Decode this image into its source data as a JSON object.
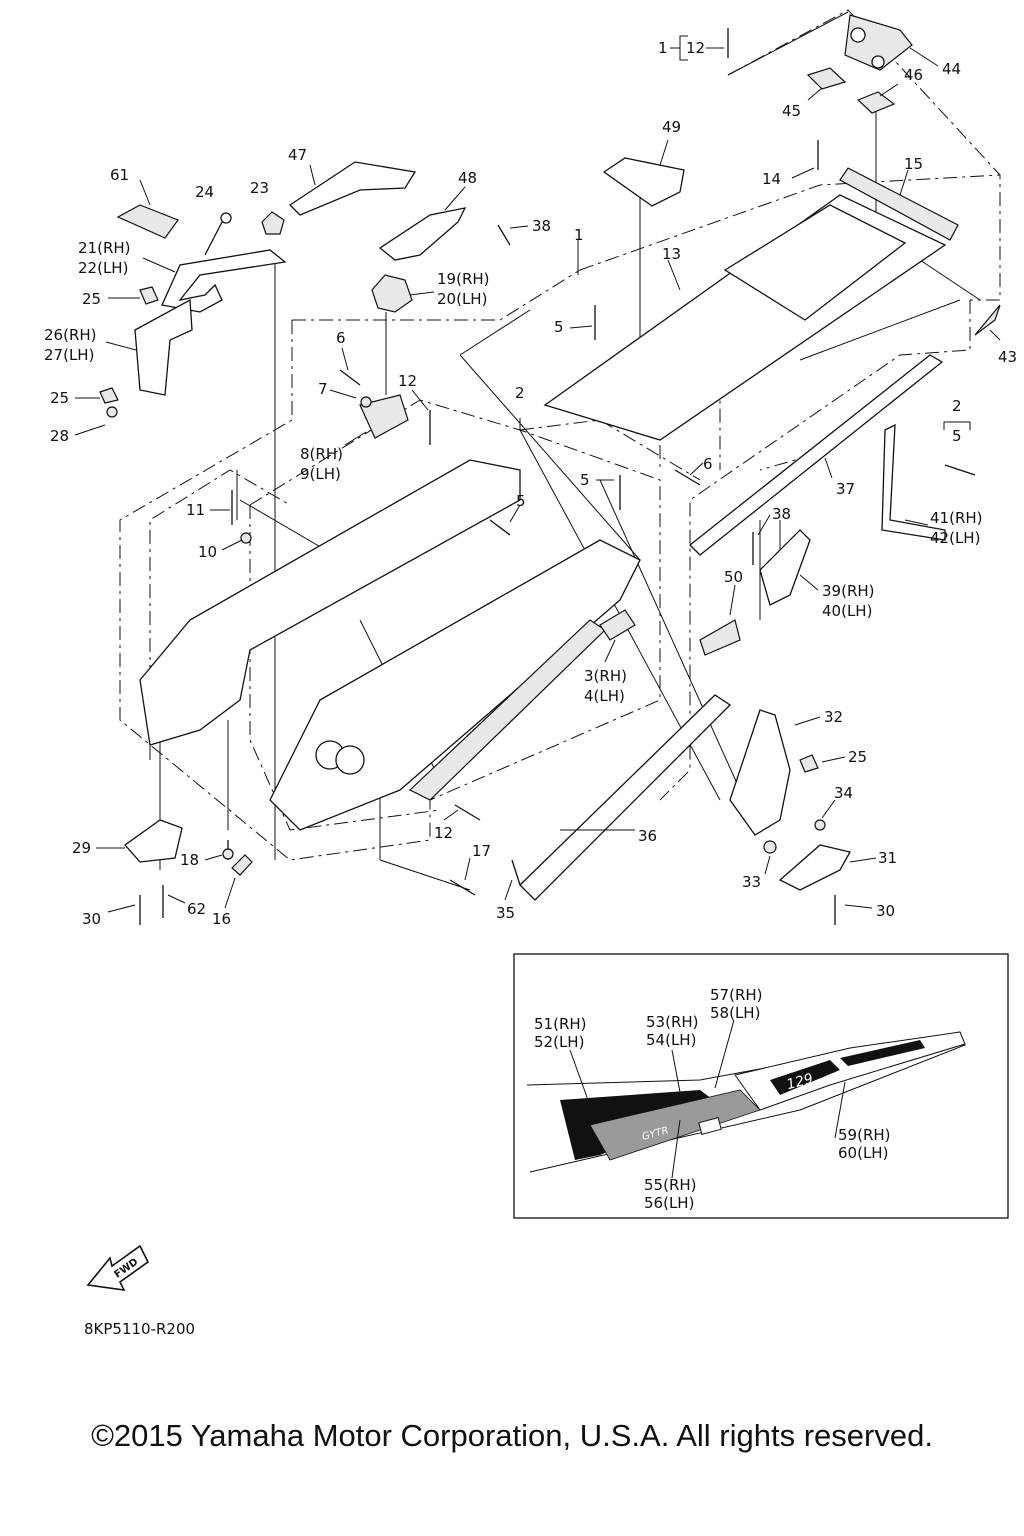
{
  "callouts": {
    "c1": "1",
    "c12a": "12",
    "c44": "44",
    "c46": "46",
    "c45": "45",
    "c49": "49",
    "c47": "47",
    "c61": "61",
    "c24": "24",
    "c23": "23",
    "c48": "48",
    "c15": "15",
    "c14": "14",
    "c21": "21(RH)",
    "c22": "22(LH)",
    "c38a": "38",
    "c1b": "1",
    "c13": "13",
    "c19": "19(RH)",
    "c20": "20(LH)",
    "c25a": "25",
    "c26": "26(RH)",
    "c27": "27(LH)",
    "c5a": "5",
    "c43": "43",
    "c6a": "6",
    "c7": "7",
    "c12b": "12",
    "c25b": "25",
    "c28": "28",
    "c2a": "2",
    "c2b": "2",
    "c5b": "5",
    "c8": "8(RH)",
    "c9": "9(LH)",
    "c6b": "6",
    "c5c": "5",
    "c37": "37",
    "c11": "11",
    "c5d": "5",
    "c38b": "38",
    "c41": "41(RH)",
    "c42": "42(LH)",
    "c10": "10",
    "c39": "39(RH)",
    "c40": "40(LH)",
    "c50": "50",
    "c3": "3(RH)",
    "c4": "4(LH)",
    "c32": "32",
    "c25c": "25",
    "c34": "34",
    "c29": "29",
    "c12c": "12",
    "c36": "36",
    "c18": "18",
    "c17": "17",
    "c31": "31",
    "c33": "33",
    "c30a": "30",
    "c62": "62",
    "c16": "16",
    "c35": "35",
    "c30b": "30",
    "c57": "57(RH)",
    "c58": "58(LH)",
    "c51": "51(RH)",
    "c52": "52(LH)",
    "c53": "53(RH)",
    "c54": "54(LH)",
    "c59": "59(RH)",
    "c60": "60(LH)",
    "c55": "55(RH)",
    "c56": "56(LH)"
  },
  "decal_texts": {
    "model": "129",
    "brand": "GYTR"
  },
  "fwd_label": "FWD",
  "diagram_code": "8KP5110-R200",
  "copyright": "©2015 Yamaha Motor Corporation, U.S.A. All rights reserved."
}
